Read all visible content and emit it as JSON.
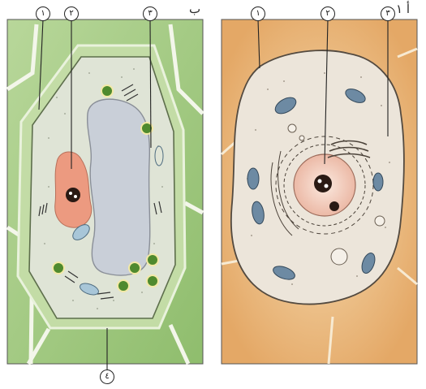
{
  "panels": [
    {
      "id": "left",
      "letter": "ب",
      "callouts": [
        "١",
        "٢",
        "٣",
        "٤"
      ],
      "colors": {
        "cell_wall": "#9ec57a",
        "cytoplasm": "#dfe4d6",
        "nucleus": "#ec9a80",
        "vacuole": "#c9cfd8",
        "chloroplast": "#4f8a2e"
      }
    },
    {
      "id": "right",
      "letter": "١",
      "letter_suffix": "أ",
      "callouts": [
        "١",
        "٢",
        "٣"
      ],
      "colors": {
        "background": "#ecc48a",
        "cytoplasm": "#ece5da",
        "nucleus": "#f2cfc2",
        "mitochondria": "#6d8aa3"
      }
    }
  ]
}
